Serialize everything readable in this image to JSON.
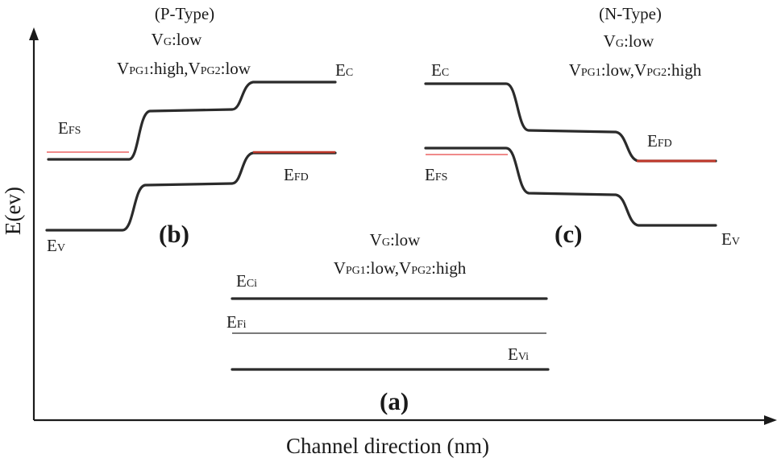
{
  "axes": {
    "y_label": "E(ev)",
    "x_label": "Channel direction (nm)"
  },
  "panel_b": {
    "tag": "(b)",
    "type": "(P-Type)",
    "vg": {
      "base": "V",
      "sub": "G",
      "text": ":low"
    },
    "vpg": {
      "v1": "V",
      "s1": "PG1",
      "t1": ":high,",
      "v2": "V",
      "s2": "PG2",
      "t2": ":low"
    },
    "ec": {
      "base": "E",
      "sub": "C"
    },
    "efs": {
      "base": "E",
      "sub": "FS"
    },
    "efd": {
      "base": "E",
      "sub": "FD"
    },
    "ev": {
      "base": "E",
      "sub": "V"
    }
  },
  "panel_c": {
    "tag": "(c)",
    "type": "(N-Type)",
    "vg": {
      "base": "V",
      "sub": "G",
      "text": ":low"
    },
    "vpg": {
      "v1": "V",
      "s1": "PG1",
      "t1": ":low,",
      "v2": "V",
      "s2": "PG2",
      "t2": ":high"
    },
    "ec": {
      "base": "E",
      "sub": "C"
    },
    "efs": {
      "base": "E",
      "sub": "FS"
    },
    "efd": {
      "base": "E",
      "sub": "FD"
    },
    "ev": {
      "base": "E",
      "sub": "V"
    }
  },
  "panel_a": {
    "tag": "(a)",
    "vg": {
      "base": "V",
      "sub": "G",
      "text": ":low"
    },
    "vpg": {
      "v1": "V",
      "s1": "PG1",
      "t1": ":low,",
      "v2": "V",
      "s2": "PG2",
      "t2": ":high"
    },
    "eci": {
      "base": "E",
      "sub": "Ci"
    },
    "efi": {
      "base": "E",
      "sub": "Fi"
    },
    "evi": {
      "base": "E",
      "sub": "Vi"
    }
  },
  "colors": {
    "band": "#2b2b2b",
    "fermi_source": "#f08a8a",
    "fermi_drain": "#c0392b"
  }
}
